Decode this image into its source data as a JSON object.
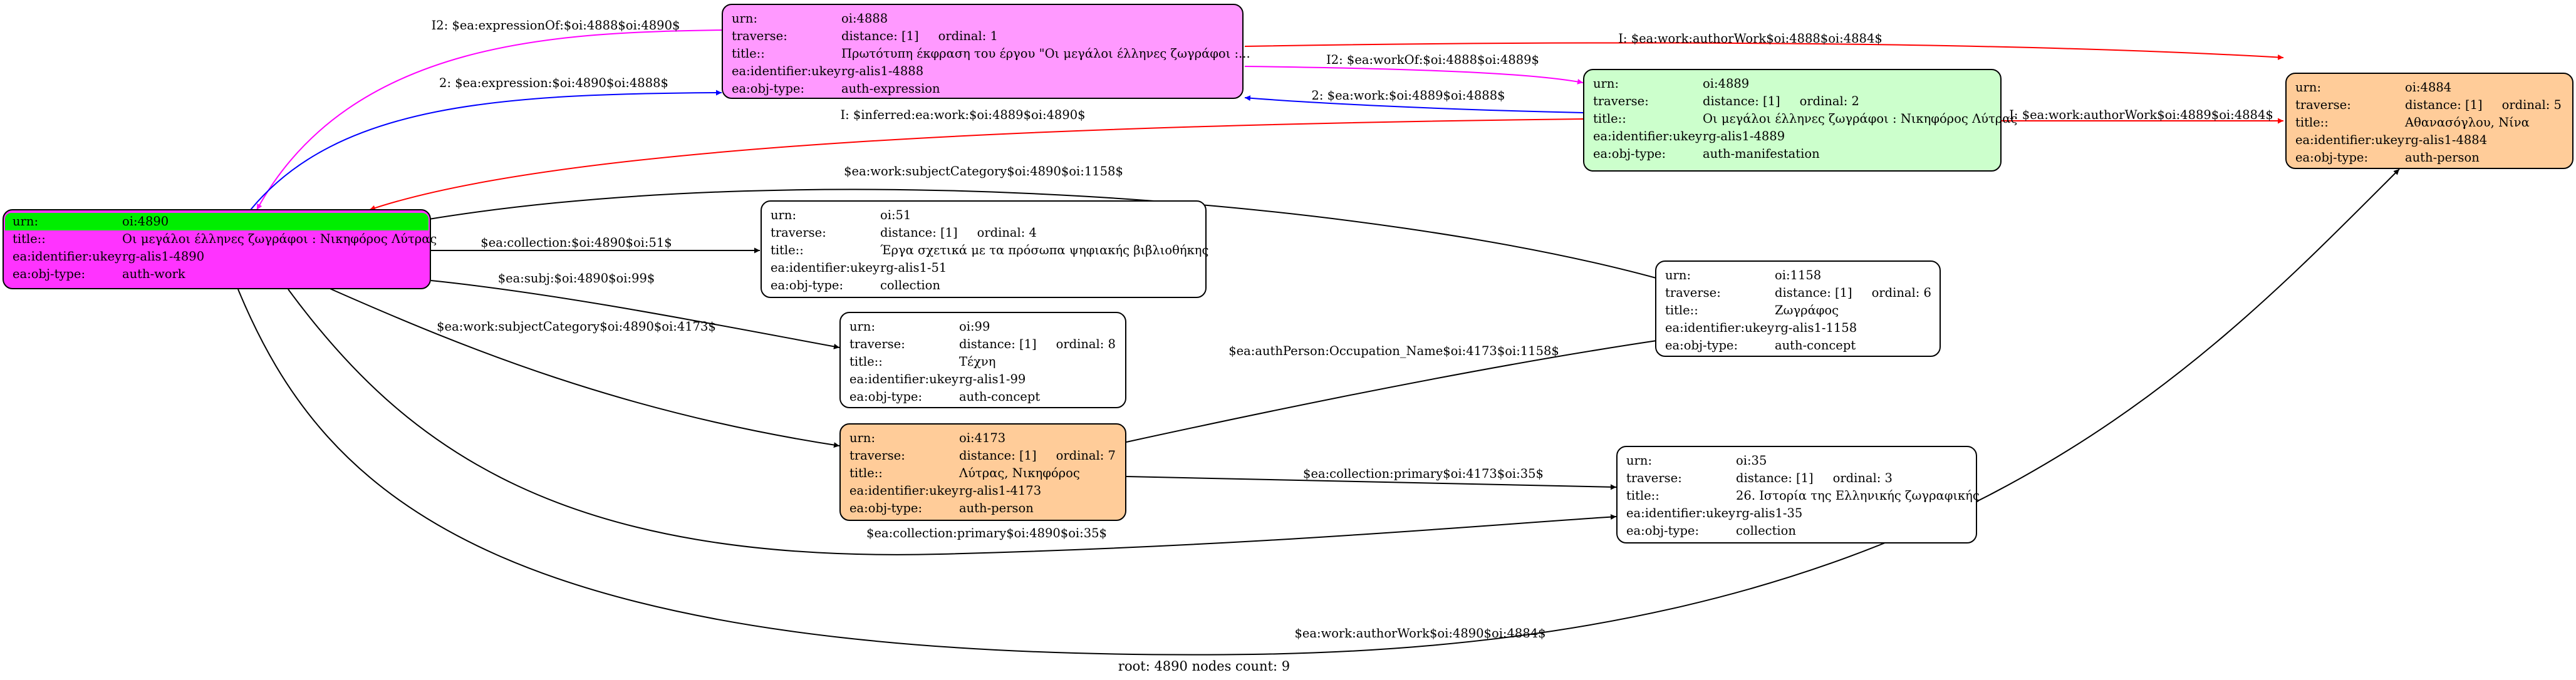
{
  "colors": {
    "expression": "#ff99ff",
    "manifestation": "#ccffcc",
    "person": "#ffcc99",
    "work": "#ff33ff",
    "work_header": "#00ee00",
    "plain": "#ffffff",
    "edge_red": "#ff0000",
    "edge_magenta": "#ff00ff",
    "edge_blue": "#0000ff",
    "edge_black": "#000000"
  },
  "field_labels": {
    "urn": "urn:",
    "traverse": "traverse:",
    "title": "title::",
    "ukey": "ea:identifier:ukey",
    "objtype": "ea:obj-type:"
  },
  "nodes": [
    {
      "id": "n4888",
      "urn": "oi:4888",
      "traverse": "distance: [1]     ordinal: 1",
      "title": "Πρωτότυπη έκφραση του έργου \"Οι μεγάλοι έλληνες ζωγράφοι :...",
      "ukey": "rg-alis1-4888",
      "objtype": "auth-expression"
    },
    {
      "id": "n4889",
      "urn": "oi:4889",
      "traverse": "distance: [1]     ordinal: 2",
      "title": "Οι μεγάλοι έλληνες ζωγράφοι : Νικηφόρος Λύτρας",
      "ukey": "rg-alis1-4889",
      "objtype": "auth-manifestation"
    },
    {
      "id": "n4884",
      "urn": "oi:4884",
      "traverse": "distance: [1]     ordinal: 5",
      "title": "Αθανασόγλου, Νίνα",
      "ukey": "rg-alis1-4884",
      "objtype": "auth-person"
    },
    {
      "id": "n4890",
      "urn": "oi:4890",
      "traverse": "",
      "title": "Οι μεγάλοι έλληνες ζωγράφοι : Νικηφόρος Λύτρας",
      "ukey": "rg-alis1-4890",
      "objtype": "auth-work"
    },
    {
      "id": "n51",
      "urn": "oi:51",
      "traverse": "distance: [1]     ordinal: 4",
      "title": "Έργα σχετικά με τα πρόσωπα ψηφιακής βιβλιοθήκης",
      "ukey": "rg-alis1-51",
      "objtype": "collection"
    },
    {
      "id": "n99",
      "urn": "oi:99",
      "traverse": "distance: [1]     ordinal: 8",
      "title": "Τέχνη",
      "ukey": "rg-alis1-99",
      "objtype": "auth-concept"
    },
    {
      "id": "n4173",
      "urn": "oi:4173",
      "traverse": "distance: [1]     ordinal: 7",
      "title": "Λύτρας, Νικηφόρος",
      "ukey": "rg-alis1-4173",
      "objtype": "auth-person"
    },
    {
      "id": "n1158",
      "urn": "oi:1158",
      "traverse": "distance: [1]     ordinal: 6",
      "title": "Ζωγράφος",
      "ukey": "rg-alis1-1158",
      "objtype": "auth-concept"
    },
    {
      "id": "n35",
      "urn": "oi:35",
      "traverse": "distance: [1]     ordinal: 3",
      "title": "26. Ιστορία της Ελληνικής ζωγραφικής",
      "ukey": "rg-alis1-35",
      "objtype": "collection"
    }
  ],
  "edges": [
    {
      "id": "e1",
      "label": "I2: $ea:expressionOf:$oi:4888$oi:4890$",
      "color": "magenta"
    },
    {
      "id": "e2",
      "label": "2: $ea:expression:$oi:4890$oi:4888$",
      "color": "blue"
    },
    {
      "id": "e3",
      "label": "I: $ea:work:authorWork$oi:4888$oi:4884$",
      "color": "red"
    },
    {
      "id": "e4",
      "label": "I2: $ea:workOf:$oi:4888$oi:4889$",
      "color": "magenta"
    },
    {
      "id": "e5",
      "label": "2: $ea:work:$oi:4889$oi:4888$",
      "color": "blue"
    },
    {
      "id": "e6",
      "label": "I: $ea:work:authorWork$oi:4889$oi:4884$",
      "color": "red"
    },
    {
      "id": "e7",
      "label": "I: $inferred:ea:work:$oi:4889$oi:4890$",
      "color": "red"
    },
    {
      "id": "e8",
      "label": "$ea:work:subjectCategory$oi:4890$oi:1158$",
      "color": "black"
    },
    {
      "id": "e9",
      "label": "$ea:collection:$oi:4890$oi:51$",
      "color": "black"
    },
    {
      "id": "e10",
      "label": "$ea:subj:$oi:4890$oi:99$",
      "color": "black"
    },
    {
      "id": "e11",
      "label": "$ea:work:subjectCategory$oi:4890$oi:4173$",
      "color": "black"
    },
    {
      "id": "e12",
      "label": "$ea:authPerson:Occupation_Name$oi:4173$oi:1158$",
      "color": "black"
    },
    {
      "id": "e13",
      "label": "$ea:collection:primary$oi:4173$oi:35$",
      "color": "black"
    },
    {
      "id": "e14",
      "label": "$ea:collection:primary$oi:4890$oi:35$",
      "color": "black"
    },
    {
      "id": "e15",
      "label": "$ea:work:authorWork$oi:4890$oi:4884$",
      "color": "black"
    }
  ],
  "footer": "root: 4890 nodes count: 9"
}
